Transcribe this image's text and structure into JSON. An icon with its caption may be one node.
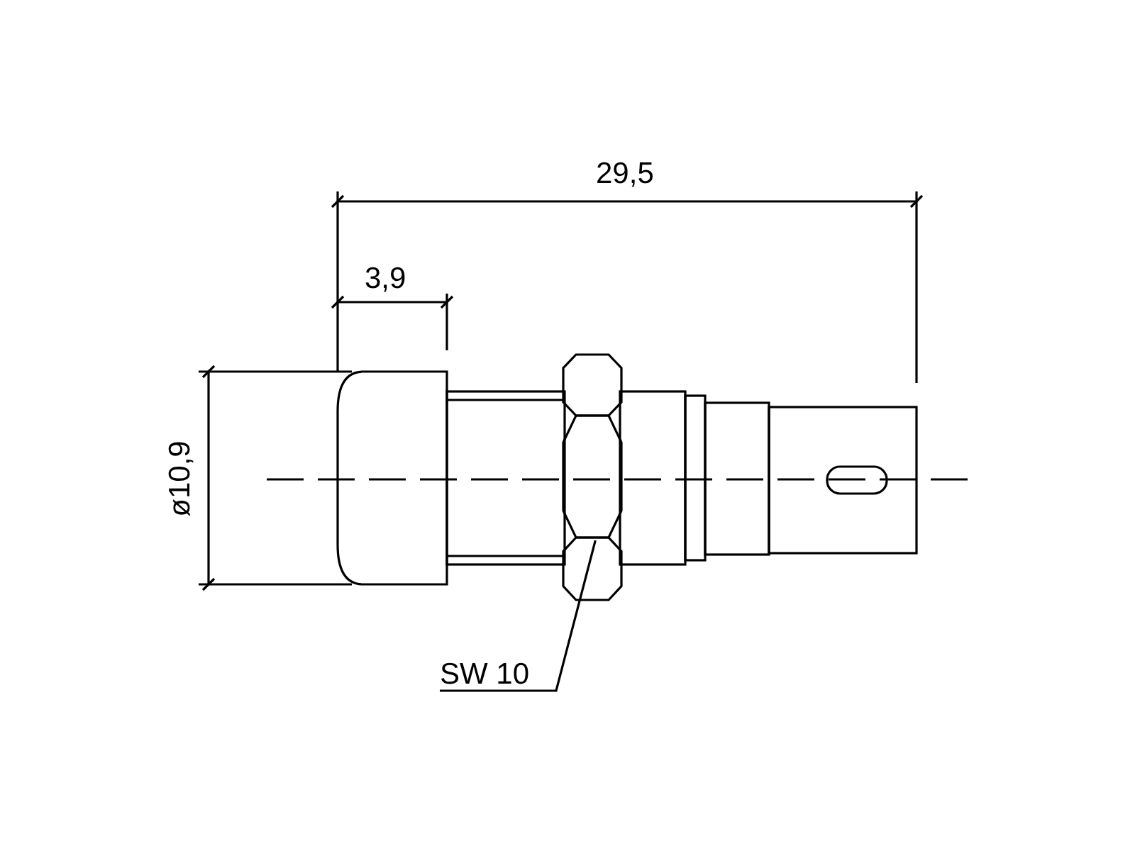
{
  "diagram": {
    "nodes": [
      {
        "text": [
          "SW 10"
        ]
      },
      {
        "text": [],
        "shape": "picture"
      }
    ],
    "edges": [
      {
        "from": 0,
        "to": 1,
        "arrow": "none"
      }
    ],
    "labels": [
      "29,5",
      "3,9",
      "ø10,9"
    ]
  }
}
